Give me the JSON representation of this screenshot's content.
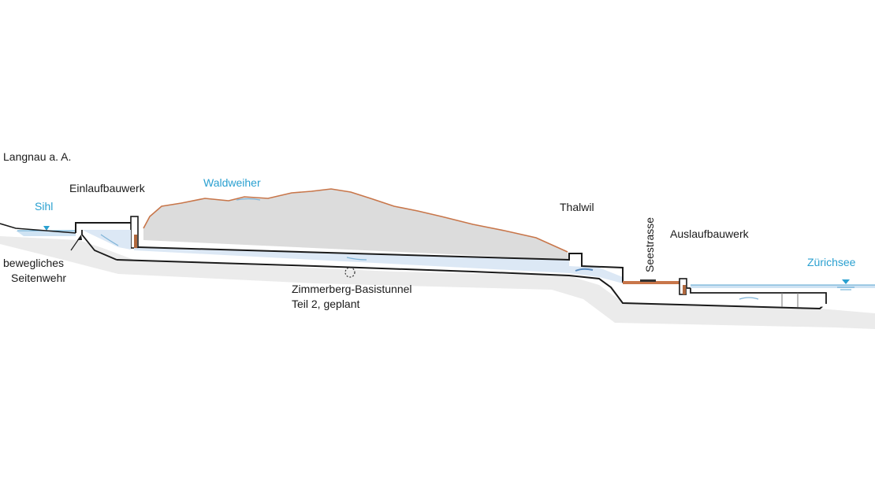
{
  "labels": {
    "langnau": "Langnau a. A.",
    "sihl": "Sihl",
    "einlaufbauwerk": "Einlaufbauwerk",
    "waldweiher": "Waldweiher",
    "bewegliches_line1": "bewegliches",
    "bewegliches_line2": "Seitenwehr",
    "tunnel_line1": "Zimmerberg-Basistunnel",
    "tunnel_line2": "Teil 2, geplant",
    "thalwil": "Thalwil",
    "seestrasse": "Seestrasse",
    "auslaufbauwerk": "Auslaufbauwerk",
    "zurichsee": "Zürichsee"
  },
  "colors": {
    "ground": "#e6e6e6",
    "hill": "#d9d9d9",
    "hill_outline": "#c8764a",
    "tunnel_water": "#dce8f5",
    "water": "#cfe3f3",
    "line": "#1a1a1a",
    "water_label": "#2aa0d0"
  }
}
